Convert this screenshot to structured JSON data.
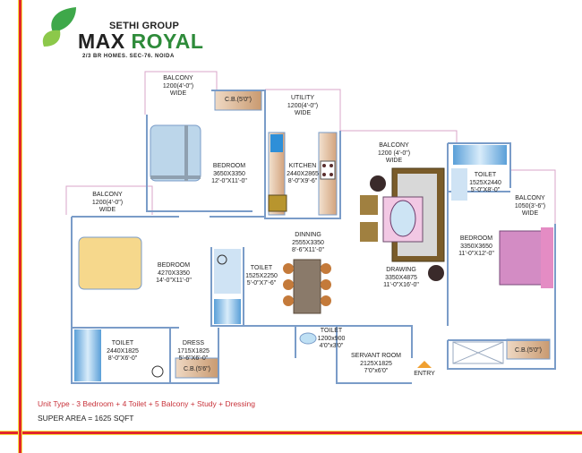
{
  "logo": {
    "group": "SETHI GROUP",
    "brand_first": "MAX",
    "brand_second": "ROYAL",
    "tagline": "2/3 BR HOMES. SEC-76. NOIDA",
    "accent_color": "#2e8b3a"
  },
  "rooms": {
    "balcony_top_left": [
      "BALCONY",
      "1200(4'-0\")",
      "WIDE"
    ],
    "cb_top": [
      "C.B.(5'0\")"
    ],
    "utility": [
      "UTILITY",
      "1200(4'-0\")",
      "WIDE"
    ],
    "bedroom_top": [
      "BEDROOM",
      "3650X3350",
      "12'-0\"X11'-0\""
    ],
    "kitchen": [
      "KITCHEN",
      "2440X2865",
      "8'-0\"X9'-6\""
    ],
    "balcony_center": [
      "BALCONY",
      "1200 (4'-0\")",
      "WIDE"
    ],
    "toilet_top_right": [
      "TOILET",
      "1525X2440",
      "5'-0\"X8'-0\""
    ],
    "balcony_right": [
      "BALCONY",
      "1050(3'-6\")",
      "WIDE"
    ],
    "balcony_left": [
      "BALCONY",
      "1200(4'-0\")",
      "WIDE"
    ],
    "dining": [
      "DINNING",
      "2555X3350",
      "8'-6\"X11'-0\""
    ],
    "bedroom_left": [
      "BEDROOM",
      "4270X3350",
      "14'-0\"X11'-0\""
    ],
    "toilet_middle": [
      "TOILET",
      "1525X2250",
      "5'-0\"X7'-6\""
    ],
    "drawing": [
      "DRAWING",
      "3350X4875",
      "11'-0\"X16'-0\""
    ],
    "bedroom_right": [
      "BEDROOM",
      "3350X3650",
      "11'-0\"X12'-0\""
    ],
    "toilet_bottom_left": [
      "TOILET",
      "2440X1825",
      "8'-0\"X6'-0\""
    ],
    "dress": [
      "DRESS",
      "1715X1825",
      "5'-6\"X6'-0\""
    ],
    "cb_dress": [
      "C.B.(5'6\")"
    ],
    "toilet_servant": [
      "TOILET",
      "1200x900",
      "4'0\"x3'0\""
    ],
    "servant_room": [
      "SERVANT ROOM",
      "2125X1825",
      "7'0\"x6'0\""
    ],
    "cb_right": [
      "C.B.(5'0\")"
    ],
    "entry": [
      "ENTRY"
    ]
  },
  "footer": {
    "unit_type": "Unit Type - 3 Bedroom + 4 Toilet + 5 Balcony + Study + Dressing",
    "super_area": "SUPER AREA = 1625 SQFT"
  },
  "colors": {
    "wall": "#7a9cc8",
    "balcony_outline": "#d9a5c8",
    "cupboard": "#d8b090",
    "accent_red": "#c8323a"
  }
}
